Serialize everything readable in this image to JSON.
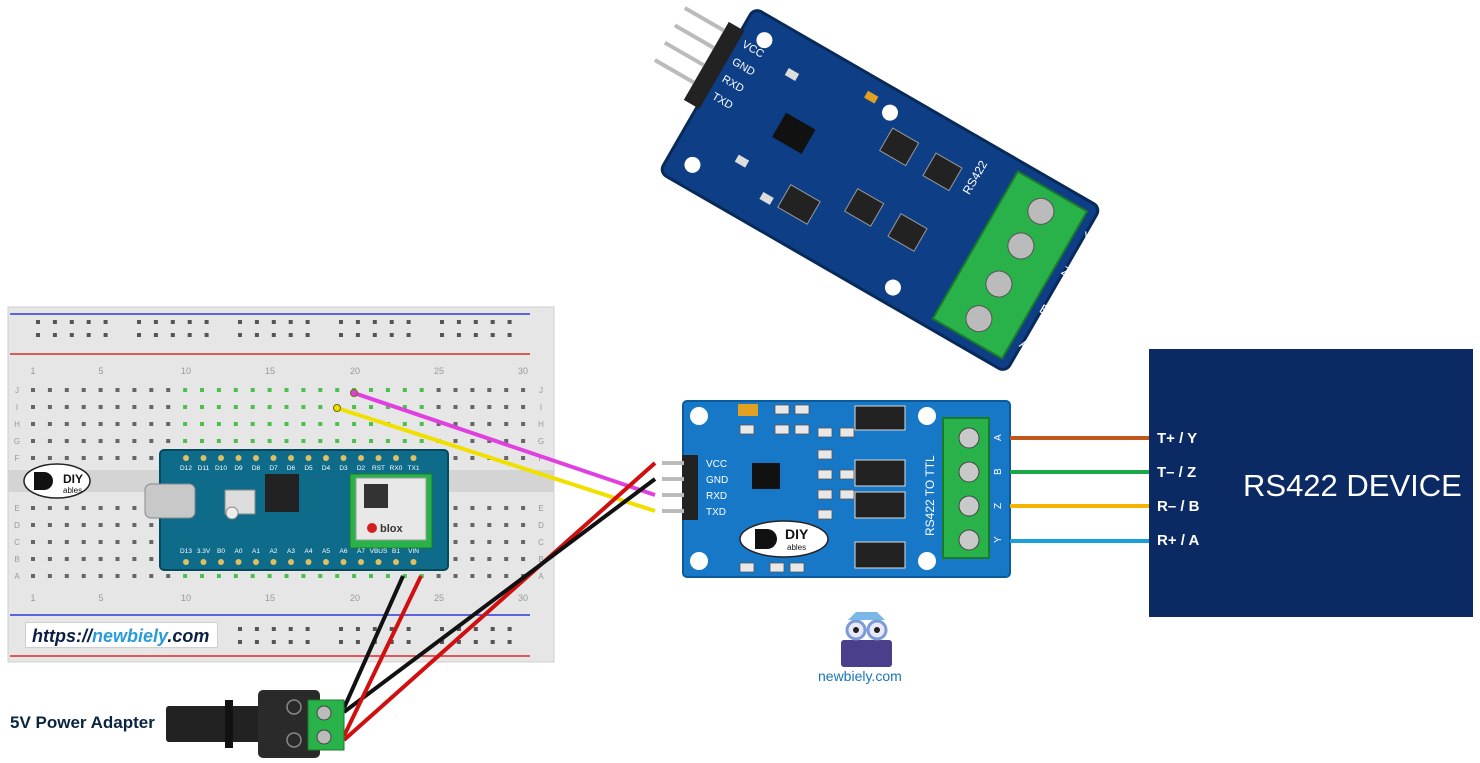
{
  "device": {
    "title": "RS422 DEVICE",
    "pins": [
      "T+ / Y",
      "T– / Z",
      "R– / B",
      "R+ / A"
    ]
  },
  "module": {
    "header_pins": [
      "VCC",
      "GND",
      "RXD",
      "TXD"
    ],
    "board_label": "RS422 TO TTL",
    "terminal_labels": [
      "A",
      "B",
      "Z",
      "Y"
    ],
    "brand": "DIY",
    "brand_sub": "ables"
  },
  "photo_module": {
    "header_pins": [
      "VCC",
      "GND",
      "RXD",
      "TXD"
    ],
    "terminal_labels": [
      "Y",
      "Z",
      "B",
      "A"
    ],
    "board_label": "RS422"
  },
  "arduino": {
    "top_pins": [
      "D12",
      "D11",
      "D10",
      "D9",
      "D8",
      "D7",
      "D6",
      "D5",
      "D4",
      "D3",
      "D2",
      "RST",
      "RX0",
      "TX1"
    ],
    "bottom_pins": [
      "D13",
      "3.3V",
      "B0",
      "A0",
      "A1",
      "A2",
      "A3",
      "A4",
      "A5",
      "A6",
      "A7",
      "VBUS",
      "B1",
      "VIN"
    ],
    "module_brand": "blox"
  },
  "breadboard": {
    "column_numbers": [
      "1",
      "5",
      "10",
      "15",
      "20",
      "25",
      "30"
    ],
    "row_letters_top": [
      "J",
      "I",
      "H",
      "G",
      "F"
    ],
    "row_letters_bottom": [
      "E",
      "D",
      "C",
      "B",
      "A"
    ]
  },
  "watermark": {
    "url_prefix": "https://",
    "url_name": "newbiely",
    "url_suffix": ".com",
    "logo_text": "newbiely.com"
  },
  "power": {
    "label": "5V Power Adapter"
  },
  "colors": {
    "device_bg": "#0b2a63",
    "wire_orange": "#c0581e",
    "wire_green": "#1aa84a",
    "wire_yellow": "#f4b400",
    "wire_blue": "#1aa0d8",
    "wire_magenta": "#e040e0",
    "wire_red": "#d01010",
    "wire_black": "#111111",
    "board_blue": "#1878c8"
  }
}
